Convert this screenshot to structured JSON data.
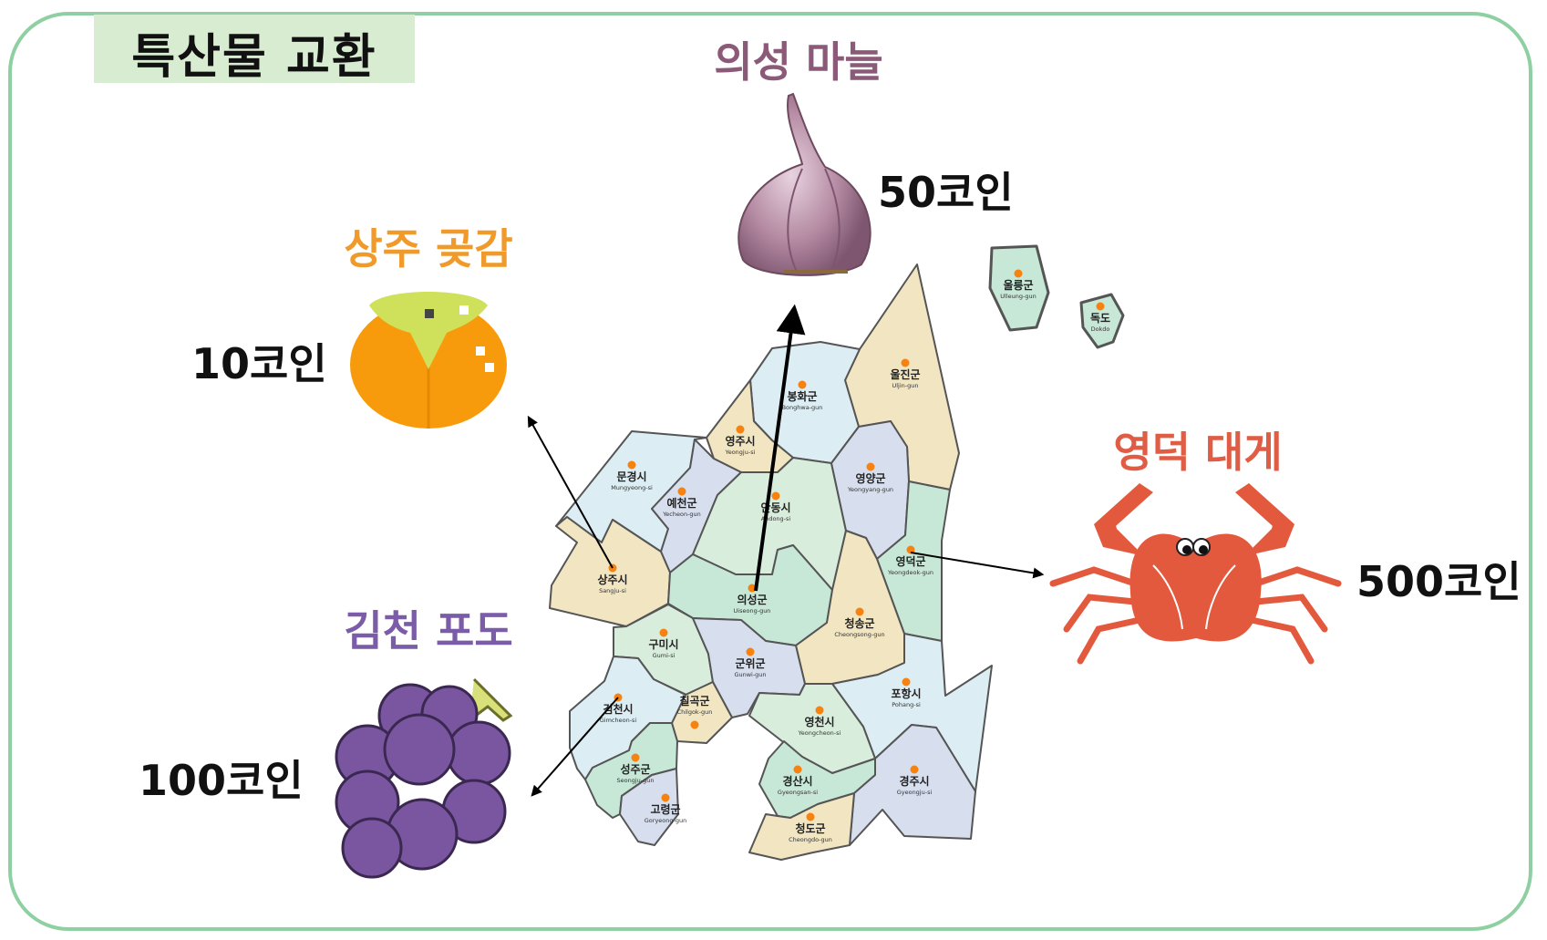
{
  "title": "특산물 교환",
  "products": {
    "garlic": {
      "name": "의성 마늘",
      "price": "50코인",
      "color": "#8b5a78"
    },
    "persimmon": {
      "name": "상주 곶감",
      "price": "10코인",
      "color": "#ef9a2b"
    },
    "grape": {
      "name": "김천 포도",
      "price": "100코인",
      "color": "#7b5ca8"
    },
    "crab": {
      "name": "영덕 대게",
      "price": "500코인",
      "color": "#e05d45"
    }
  },
  "regions": [
    {
      "ko": "울진군",
      "en": "Uljin-gun"
    },
    {
      "ko": "봉화군",
      "en": "Bonghwa-gun"
    },
    {
      "ko": "영주시",
      "en": "Yeongju-si"
    },
    {
      "ko": "문경시",
      "en": "Mungyeong-si"
    },
    {
      "ko": "예천군",
      "en": "Yecheon-gun"
    },
    {
      "ko": "안동시",
      "en": "Andong-si"
    },
    {
      "ko": "영양군",
      "en": "Yeongyang-gun"
    },
    {
      "ko": "영덕군",
      "en": "Yeongdeok-gun"
    },
    {
      "ko": "상주시",
      "en": "Sangju-si"
    },
    {
      "ko": "의성군",
      "en": "Uiseong-gun"
    },
    {
      "ko": "청송군",
      "en": "Cheongsong-gun"
    },
    {
      "ko": "구미시",
      "en": "Gumi-si"
    },
    {
      "ko": "군위군",
      "en": "Gunwi-gun"
    },
    {
      "ko": "칠곡군",
      "en": "Chilgok-gun"
    },
    {
      "ko": "김천시",
      "en": "Gimcheon-si"
    },
    {
      "ko": "포항시",
      "en": "Pohang-si"
    },
    {
      "ko": "영천시",
      "en": "Yeongcheon-si"
    },
    {
      "ko": "성주군",
      "en": "Seongju-gun"
    },
    {
      "ko": "고령군",
      "en": "Goryeong-gun"
    },
    {
      "ko": "경산시",
      "en": "Gyeongsan-si"
    },
    {
      "ko": "경주시",
      "en": "Gyeongju-si"
    },
    {
      "ko": "청도군",
      "en": "Cheongdo-gun"
    },
    {
      "ko": "울릉군",
      "en": "Ulleung-gun"
    },
    {
      "ko": "독도",
      "en": "Dokdo"
    }
  ]
}
